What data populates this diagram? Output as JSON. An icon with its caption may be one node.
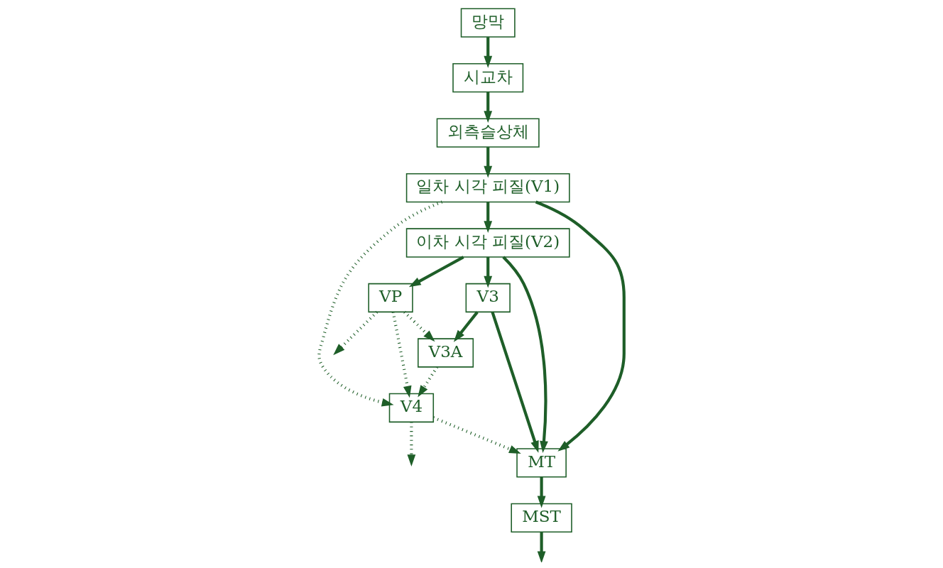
{
  "diagram": {
    "nodes": [
      {
        "text": [
          "망막"
        ]
      },
      {
        "text": [
          "시교차"
        ]
      },
      {
        "text": [
          "외측슬상체"
        ]
      },
      {
        "text": [
          "일차 시각 피질(V1)"
        ]
      },
      {
        "text": [
          "이차 시각 피질(V2)"
        ]
      },
      {
        "text": [
          "MST"
        ]
      },
      {
        "text": [
          "MT"
        ]
      },
      {
        "text": [
          "V4"
        ]
      },
      {
        "text": [
          "V3A"
        ]
      },
      {
        "text": [
          "V3"
        ]
      },
      {
        "text": [
          "VP"
        ]
      }
    ],
    "edges": [
      {
        "from": 0,
        "to": 1,
        "arrow": "to"
      },
      {
        "from": 1,
        "to": 2,
        "arrow": "to"
      },
      {
        "from": 2,
        "to": 3,
        "arrow": "to"
      },
      {
        "from": 3,
        "to": 4,
        "arrow": "to"
      },
      {
        "from": 3,
        "to": 6,
        "arrow": "to"
      },
      {
        "from": 3,
        "to": 7,
        "arrow": "to",
        "style": "dashed"
      },
      {
        "from": 4,
        "to": 6,
        "arrow": "to"
      },
      {
        "from": 4,
        "to": 9,
        "arrow": "to"
      },
      {
        "from": 4,
        "to": 10,
        "arrow": "to"
      },
      {
        "from": 9,
        "to": 6,
        "arrow": "to"
      },
      {
        "from": 9,
        "to": 8,
        "arrow": "to"
      },
      {
        "from": 10,
        "to": 8,
        "arrow": "to",
        "style": "dashed"
      },
      {
        "from": 10,
        "to": 7,
        "arrow": "to",
        "style": "dashed"
      },
      {
        "from": 10,
        "to": null,
        "arrow": "to",
        "style": "dashed"
      },
      {
        "from": 8,
        "to": 7,
        "arrow": "to",
        "style": "dashed"
      },
      {
        "from": 7,
        "to": 6,
        "arrow": "to",
        "style": "dashed"
      },
      {
        "from": 7,
        "to": null,
        "arrow": "to",
        "style": "dashed"
      },
      {
        "from": 6,
        "to": 5,
        "arrow": "to"
      },
      {
        "from": 5,
        "to": null,
        "arrow": "to"
      }
    ]
  }
}
